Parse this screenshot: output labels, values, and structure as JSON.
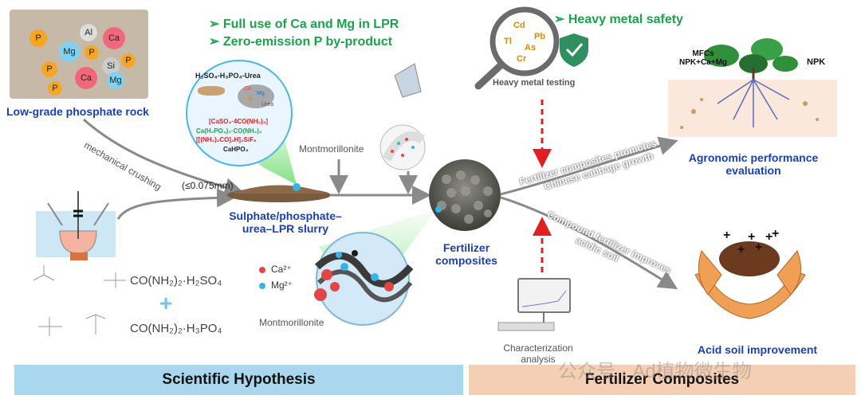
{
  "rock": {
    "label": "Low-grade phosphate rock",
    "balls": [
      "P",
      "Al",
      "Ca",
      "Mg",
      "P",
      "Si",
      "P",
      "P",
      "Ca",
      "Mg",
      "P"
    ]
  },
  "process": {
    "crushing": "mechanical crushing",
    "size": "(≤0.075mm)",
    "slurry_line1": "Sulphate/phosphate–",
    "slurry_line2": "urea–LPR slurry",
    "montmorillonite_top": "Montmorillonite",
    "montmorillonite_bottom": "Montmorillonite",
    "fertilizer_line1": "Fertilizer",
    "fertilizer_line2": "composites"
  },
  "claims": {
    "c1": "Full use of Ca and Mg in LPR",
    "c2": "Zero-emission P by-product",
    "c3": "Heavy metal safety"
  },
  "bubble": {
    "header": "H₂SO₄-H₃PO₄-Urea",
    "ca": "Ca",
    "mg": "Mg",
    "p": "P",
    "urea": "Urea",
    "f1": "[CaSO₄·4CO(NH₂)₂]",
    "f2": "Ca(H₂PO₄)₂·CO(NH₂)₂",
    "f3": "[[(NH₂)₂CO]₂H]₂SiF₆",
    "f4": "CaHPO₄"
  },
  "ions": {
    "ca": "Ca²⁺",
    "mg": "Mg²⁺"
  },
  "chem": {
    "f1": "CO(NH₂)₂·H₂SO₄",
    "f2": "CO(NH₂)₂·H₃PO₄",
    "plus": "+"
  },
  "heavy": {
    "elements": [
      "Cd",
      "Pb",
      "Tl",
      "As",
      "Cr"
    ],
    "testing": "Heavy metal testing",
    "characterization_line1": "Characterization",
    "characterization_line2": "analysis"
  },
  "outcomes": {
    "arrow1_line1": "Fertilizer composites promotes",
    "arrow1_line2": "Chinese cabbage growth",
    "arrow2_line1": "Compound fertilizer improves",
    "arrow2_line2": "acidic soil",
    "agro_line1": "Agronomic performance",
    "agro_line2": "evaluation",
    "mfc_line1": "MFCs",
    "mfc_line2": "NPK+Ca+Mg",
    "npk": "NPK",
    "soil": "Acid soil improvement"
  },
  "bars": {
    "left": "Scientific Hypothesis",
    "right": "Fertilizer Composites"
  },
  "watermark": "公众号 · Ad植物微生物",
  "colors": {
    "blue": "#1a3fb4",
    "green": "#1aa34a",
    "bar_left": "#a9d8ee",
    "bar_right": "#f5cfb4"
  }
}
